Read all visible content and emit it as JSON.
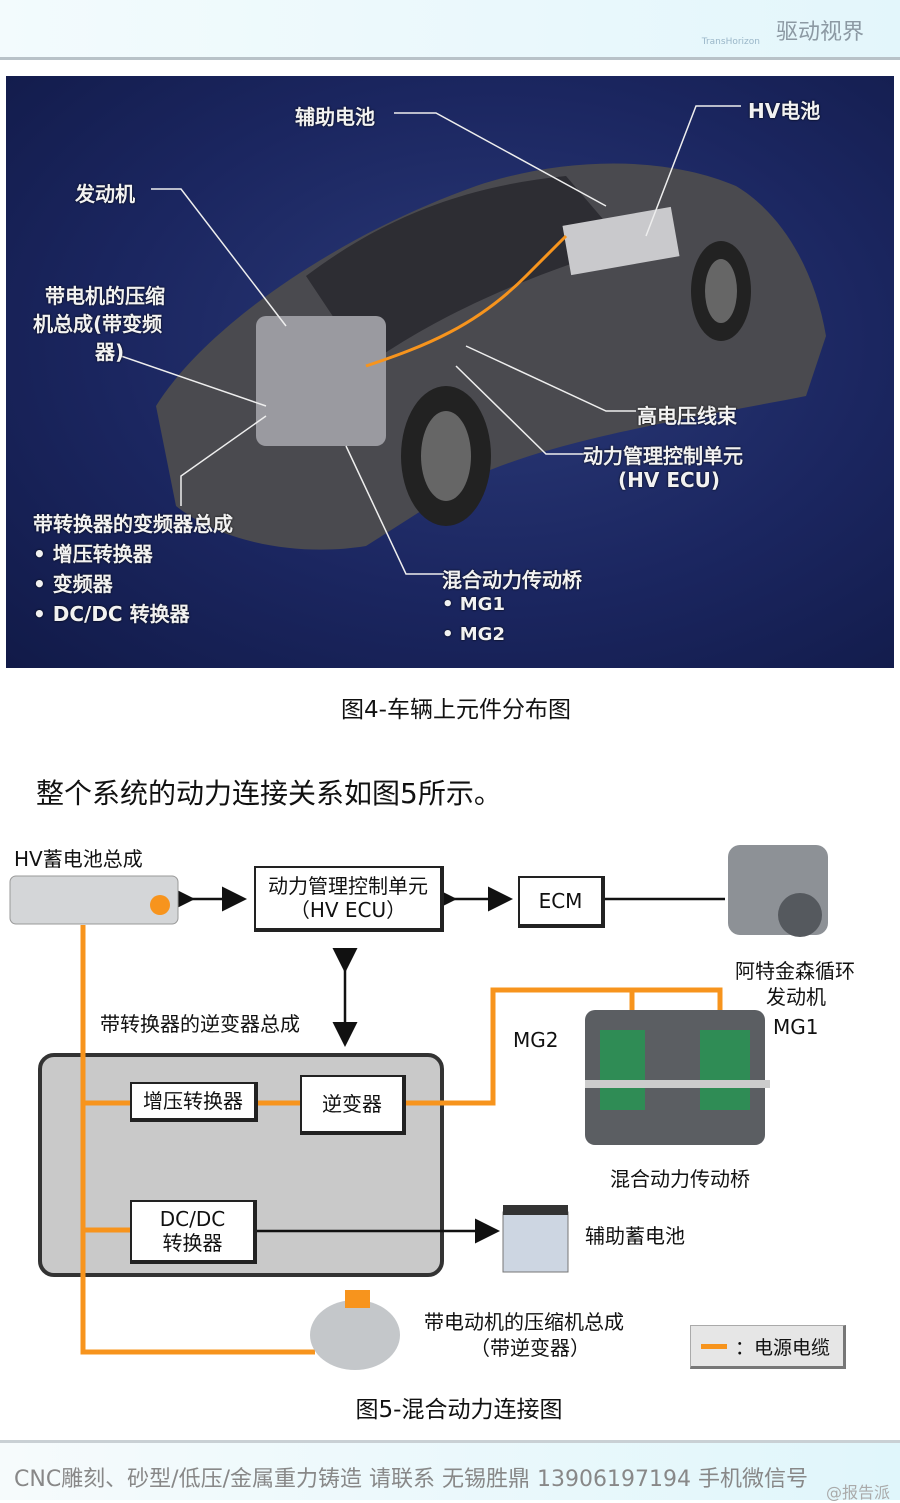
{
  "header": {
    "logo_cn": "驱动视界",
    "logo_en": "TransHorizon"
  },
  "figure4": {
    "labels": {
      "aux_battery": "辅助电池",
      "hv_battery": "HV电池",
      "engine": "发动机",
      "compressor_1": "带电机的压缩",
      "compressor_2": "机总成(带变频",
      "compressor_3": "器)",
      "harness": "高电压线束",
      "pcu": "动力管理控制单元",
      "pcu_sub": "(HV  ECU)",
      "inverter": "带转换器的变频器总成",
      "inverter_items": [
        "• 增压转换器",
        "• 变频器",
        "• DC/DC 转换器"
      ],
      "transaxle": "混合动力传动桥",
      "transaxle_items": [
        "• MG1",
        "• MG2"
      ]
    },
    "caption": "图4-车辆上元件分布图"
  },
  "body_text": "整个系统的动力连接关系如图5所示。",
  "figure5": {
    "hv_battery": "HV蓄电池总成",
    "pcu": "动力管理控制单元（HV ECU）",
    "ecm": "ECM",
    "engine": "阿特金森循环发动机",
    "engine_1": "阿特金森循环",
    "engine_2": "发动机",
    "inverter_assembly": "带转换器的逆变器总成",
    "boost": "增压转换器",
    "inverter": "逆变器",
    "dcdc_1": "DC/DC",
    "dcdc_2": "转换器",
    "mg1": "MG1",
    "mg2": "MG2",
    "transaxle": "混合动力传动桥",
    "aux_battery": "辅助蓄电池",
    "compressor_1": "带电动机的压缩机总成",
    "compressor_2": "（带逆变器）",
    "legend": "：电源电缆",
    "caption": "图5-混合动力连接图",
    "colors": {
      "cable": "#f7941d"
    }
  },
  "footer": {
    "text": "CNC雕刻、砂型/低压/金属重力铸造 请联系 无锡胜鼎 13906197194 手机微信号",
    "watermark": "@报告派"
  }
}
